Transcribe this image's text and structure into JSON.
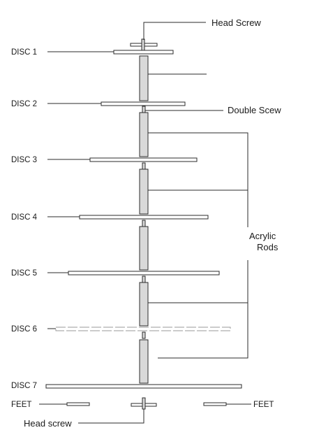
{
  "labels": {
    "head_screw_top": "Head Screw",
    "double_screw": "Double Scew",
    "acrylic_rods_line1": "Acrylic",
    "acrylic_rods_line2": "Rods",
    "feet_left": "FEET",
    "feet_right": "FEET",
    "head_screw_bottom": "Head screw"
  },
  "discs": [
    {
      "label": "DISC 1"
    },
    {
      "label": "DISC 2"
    },
    {
      "label": "DISC 3"
    },
    {
      "label": "DISC 4"
    },
    {
      "label": "DISC 5"
    },
    {
      "label": "DISC 6"
    },
    {
      "label": "DISC 7"
    }
  ],
  "colors": {
    "line": "#2b2b2b",
    "rod_fill": "#d9d9d9",
    "disc_fill": "#ffffff"
  }
}
